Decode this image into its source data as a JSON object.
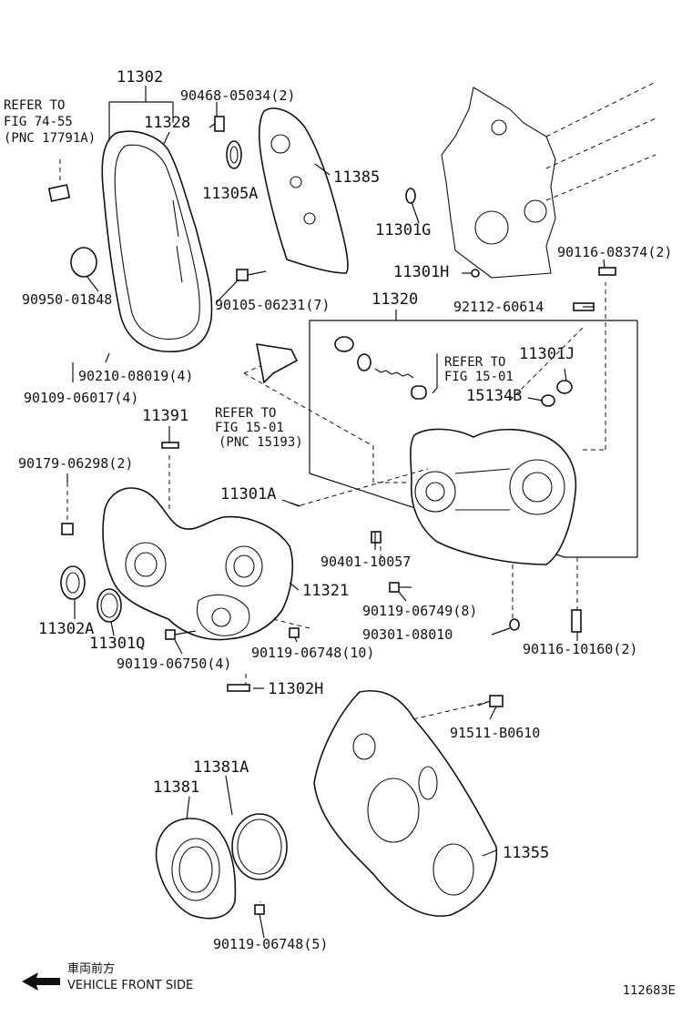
{
  "labels": {
    "p11302": "11302",
    "p11328": "11328",
    "p90468": "90468-05034(2)",
    "p11305a": "11305A",
    "p11385": "11385",
    "p90950": "90950-01848",
    "p90105": "90105-06231(7)",
    "p11301g": "11301G",
    "p90116a": "90116-08374(2)",
    "p11301h": "11301H",
    "p92112": "92112-60614",
    "p11320": "11320",
    "p90210": "90210-08019(4)",
    "p90109": "90109-06017(4)",
    "p11301j": "11301J",
    "p15134b": "15134B",
    "p11391": "11391",
    "p90179": "90179-06298(2)",
    "p11301a": "11301A",
    "p90401": "90401-10057",
    "p11321": "11321",
    "p90119a": "90119-06749(8)",
    "p11302a": "11302A",
    "p90301": "90301-08010",
    "p11301q": "11301Q",
    "p90116b": "90116-10160(2)",
    "p90119b": "90119-06748(10)",
    "p90119c": "90119-06750(4)",
    "p11302h": "11302H",
    "p91511": "91511-B0610",
    "p11381a": "11381A",
    "p11381": "11381",
    "p11355": "11355",
    "p90119d": "90119-06748(5)"
  },
  "refs": {
    "ref1": [
      "REFER TO",
      "FIG 74-55",
      "(PNC 17791A)"
    ],
    "ref2": [
      "REFER TO",
      "FIG 15-01"
    ],
    "ref3": [
      "REFER TO",
      "FIG 15-01",
      "(PNC 15193)"
    ]
  },
  "footer": {
    "japanese": "車両前方",
    "vehicle_front": "VEHICLE FRONT SIDE",
    "diagram_id": "112683E"
  },
  "icons": {
    "front_arrow": "arrow-left-icon"
  }
}
